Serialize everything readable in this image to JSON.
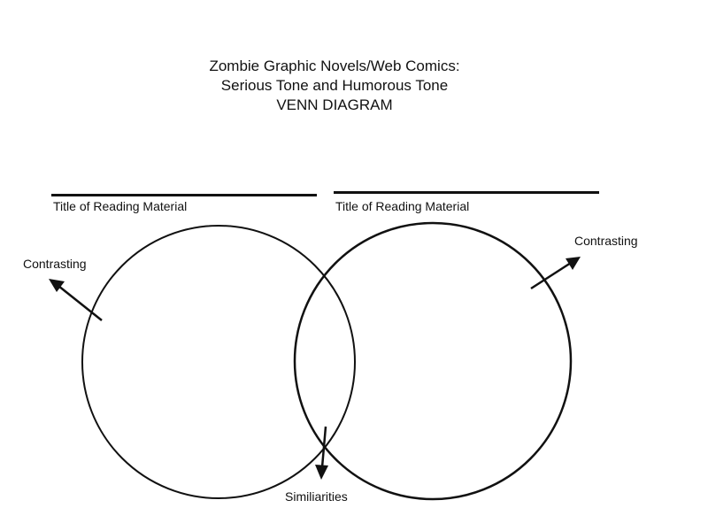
{
  "title": {
    "line1": "Zombie Graphic Novels/Web Comics:",
    "line2": "Serious Tone and Humorous Tone",
    "line3": "VENN DIAGRAM"
  },
  "left": {
    "title_label": "Title of Reading Material",
    "contrasting_label": "Contrasting"
  },
  "right": {
    "title_label": "Title of Reading Material",
    "contrasting_label": "Contrasting"
  },
  "overlap": {
    "similarities_label": "Similiarities"
  }
}
